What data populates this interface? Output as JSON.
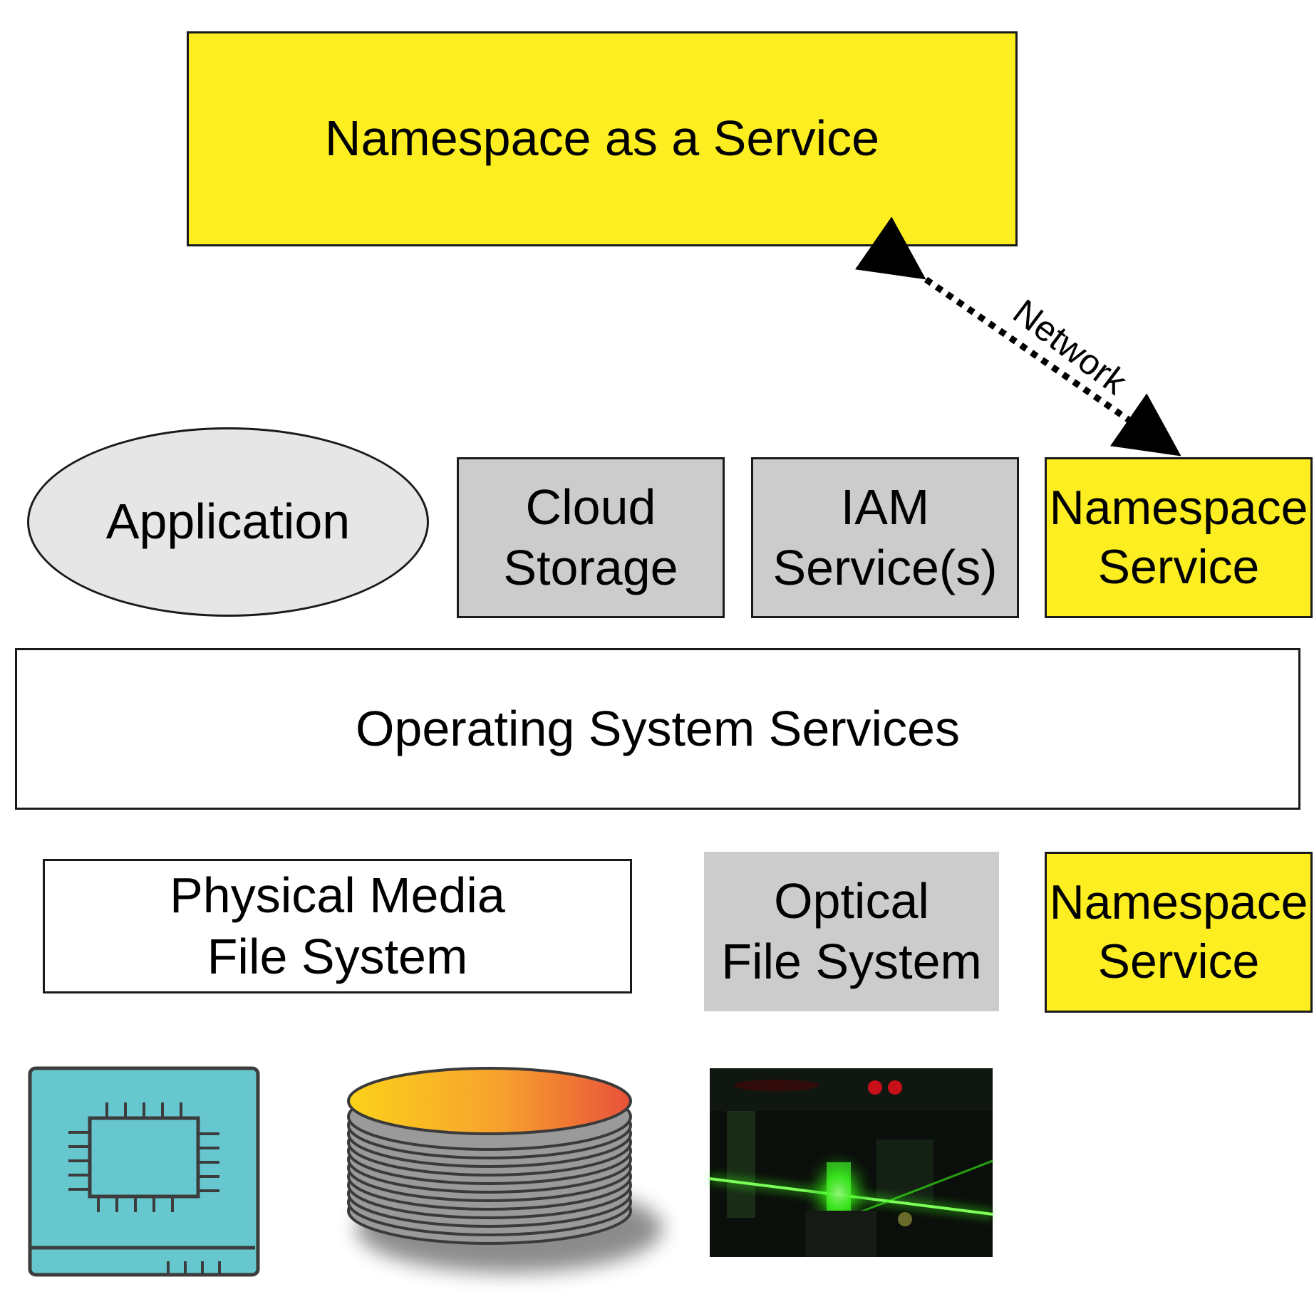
{
  "top_service": {
    "label": "Namespace as a Service"
  },
  "network": {
    "label": "Network"
  },
  "layer_apps": {
    "application": "Application",
    "cloud_storage": "Cloud\nStorage",
    "iam": "IAM\nService(s)",
    "namespace_service": "Namespace\nService"
  },
  "layer_os": {
    "label": "Operating System Services"
  },
  "layer_fs": {
    "physical_media": "Physical Media\nFile System",
    "optical": "Optical\nFile System",
    "namespace_service": "Namespace\nService"
  },
  "colors": {
    "yellow": "#fcee21",
    "gray_box": "#cccccc",
    "ellipse_fill": "#e6e6e6",
    "chip_bg": "#66c7cf",
    "laser_green": "#39ff14"
  },
  "icons": [
    "chip-board-icon",
    "disk-platter-stack-icon",
    "optical-laser-photo"
  ]
}
